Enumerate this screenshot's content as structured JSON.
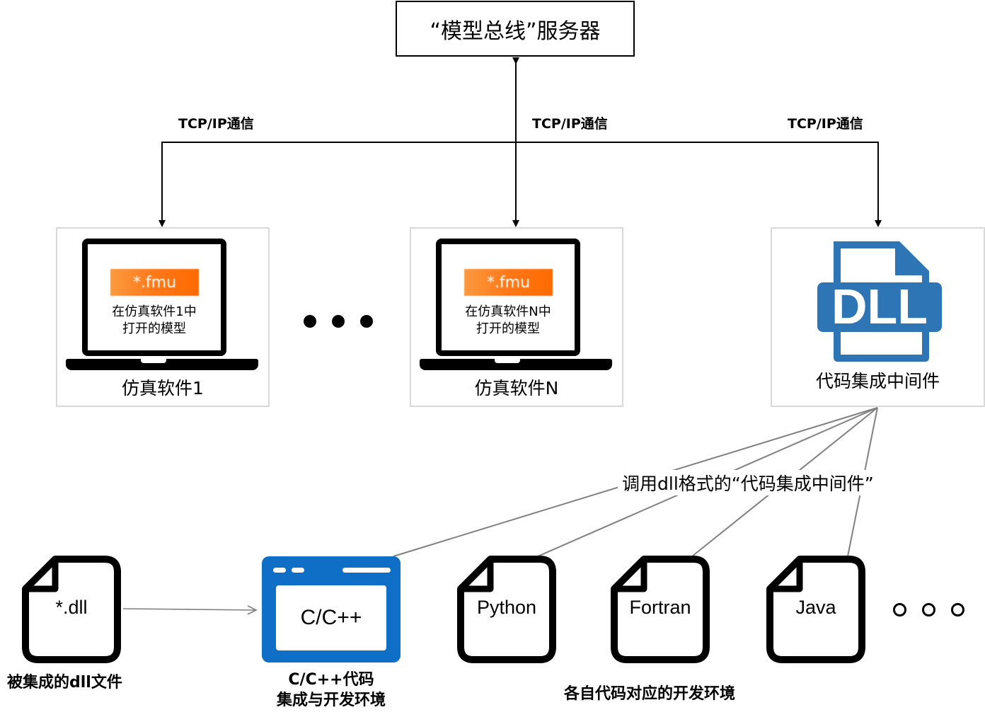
{
  "server": {
    "label": "“模型总线”服务器"
  },
  "connections": {
    "tcp_labels": [
      "TCP/IP通信",
      "TCP/IP通信",
      "TCP/IP通信"
    ]
  },
  "clients": [
    {
      "name": "仿真软件1",
      "model_file": "*.fmu",
      "model_text": [
        "在仿真软件1中",
        "打开的模型"
      ]
    },
    {
      "name": "仿真软件N",
      "model_file": "*.fmu",
      "model_text": [
        "在仿真软件N中",
        "打开的模型"
      ]
    }
  ],
  "middleware": {
    "icon_text": "DLL",
    "name": "代码集成中间件",
    "color": "#2e75b6"
  },
  "call_label": "调用dll格式的“代码集成中间件”",
  "bottom": {
    "dll_file": {
      "text": "*.dll",
      "caption": "被集成的dll文件"
    },
    "cpp_env": {
      "text": "C/C++",
      "caption_line1": "C/C++代码",
      "caption_line2": "集成与开发环境",
      "color": "#0f6fc6"
    },
    "languages": [
      "Python",
      "Fortran",
      "Java"
    ],
    "languages_caption": "各自代码对应的开发环境"
  },
  "colors": {
    "orange": "#ff7818",
    "line_gray": "#808080",
    "card_border": "#d9d9d9"
  }
}
